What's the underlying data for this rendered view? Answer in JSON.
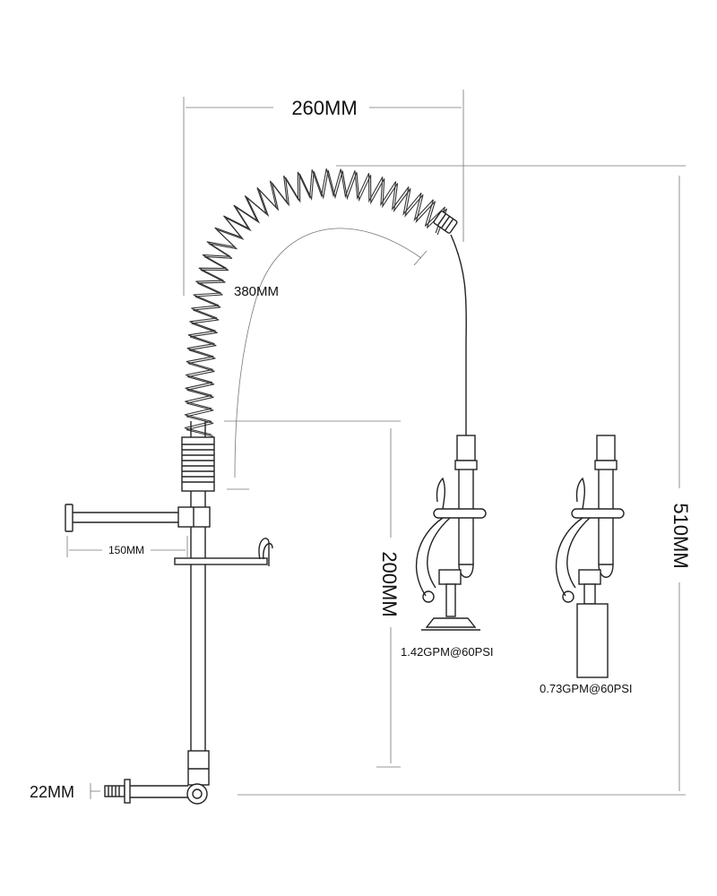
{
  "dimensions": {
    "width_top": "260MM",
    "arc_length": "380MM",
    "spout_height": "200MM",
    "total_height": "510MM",
    "wall_arm": "150MM",
    "inlet": "22MM"
  },
  "flow_ratings": {
    "spray_head_standard": "1.42GPM@60PSI",
    "spray_head_low_flow": "0.73GPM@60PSI"
  }
}
